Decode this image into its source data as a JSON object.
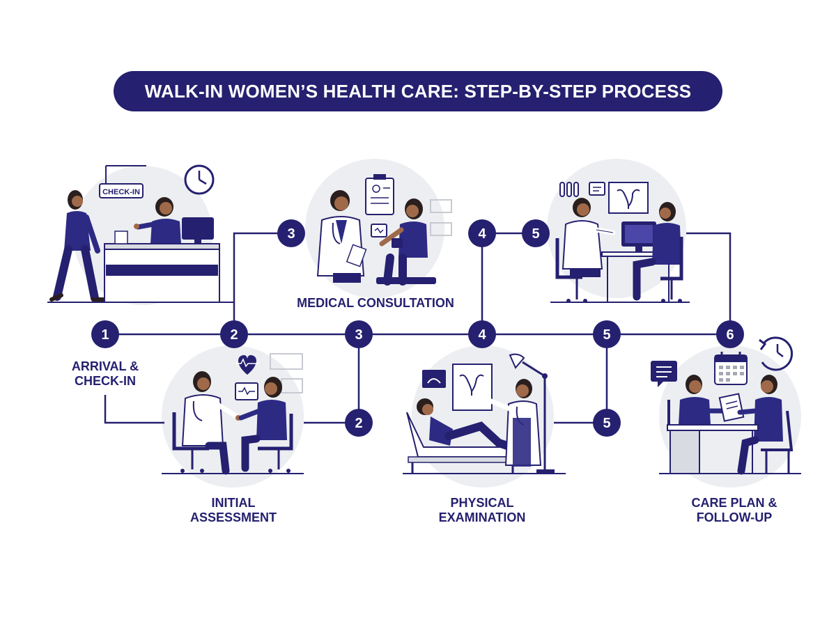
{
  "title": "WALK-IN WOMEN’S HEALTH CARE: STEP-BY-STEP PROCESS",
  "colors": {
    "primary": "#25206f",
    "circle_bg": "#eceef1",
    "accent_light": "#d9dbe2",
    "skin": "#a06a4a",
    "hair": "#2a1f1e",
    "white": "#ffffff"
  },
  "sign_text": "CHECK-IN",
  "steps": [
    {
      "id": "arrival",
      "label_lines": [
        "ARRIVAL &",
        "CHECK-IN"
      ]
    },
    {
      "id": "assessment",
      "label_lines": [
        "INITIAL",
        "ASSESSMENT"
      ]
    },
    {
      "id": "consultation",
      "label_lines": [
        "MEDICAL CONSULTATION"
      ]
    },
    {
      "id": "examination",
      "label_lines": [
        "PHYSICAL",
        "EXAMINATION"
      ]
    },
    {
      "id": "careplan",
      "label_lines": [
        "CARE PLAN &",
        "FOLLOW-UP"
      ]
    }
  ],
  "nodes": [
    {
      "n": "1"
    },
    {
      "n": "2"
    },
    {
      "n": "3"
    },
    {
      "n": "3"
    },
    {
      "n": "2"
    },
    {
      "n": "4"
    },
    {
      "n": "4"
    },
    {
      "n": "5"
    },
    {
      "n": "5"
    },
    {
      "n": "5"
    },
    {
      "n": "6"
    }
  ],
  "icons": [
    "clock-icon",
    "check-in-sign-icon",
    "heart-rate-icon",
    "monitor-icon",
    "clipboard-icon",
    "uterus-chart-icon",
    "test-tubes-icon",
    "calendar-icon",
    "chat-icon",
    "history-clock-icon",
    "exam-lamp-icon",
    "bookshelf-icon"
  ]
}
